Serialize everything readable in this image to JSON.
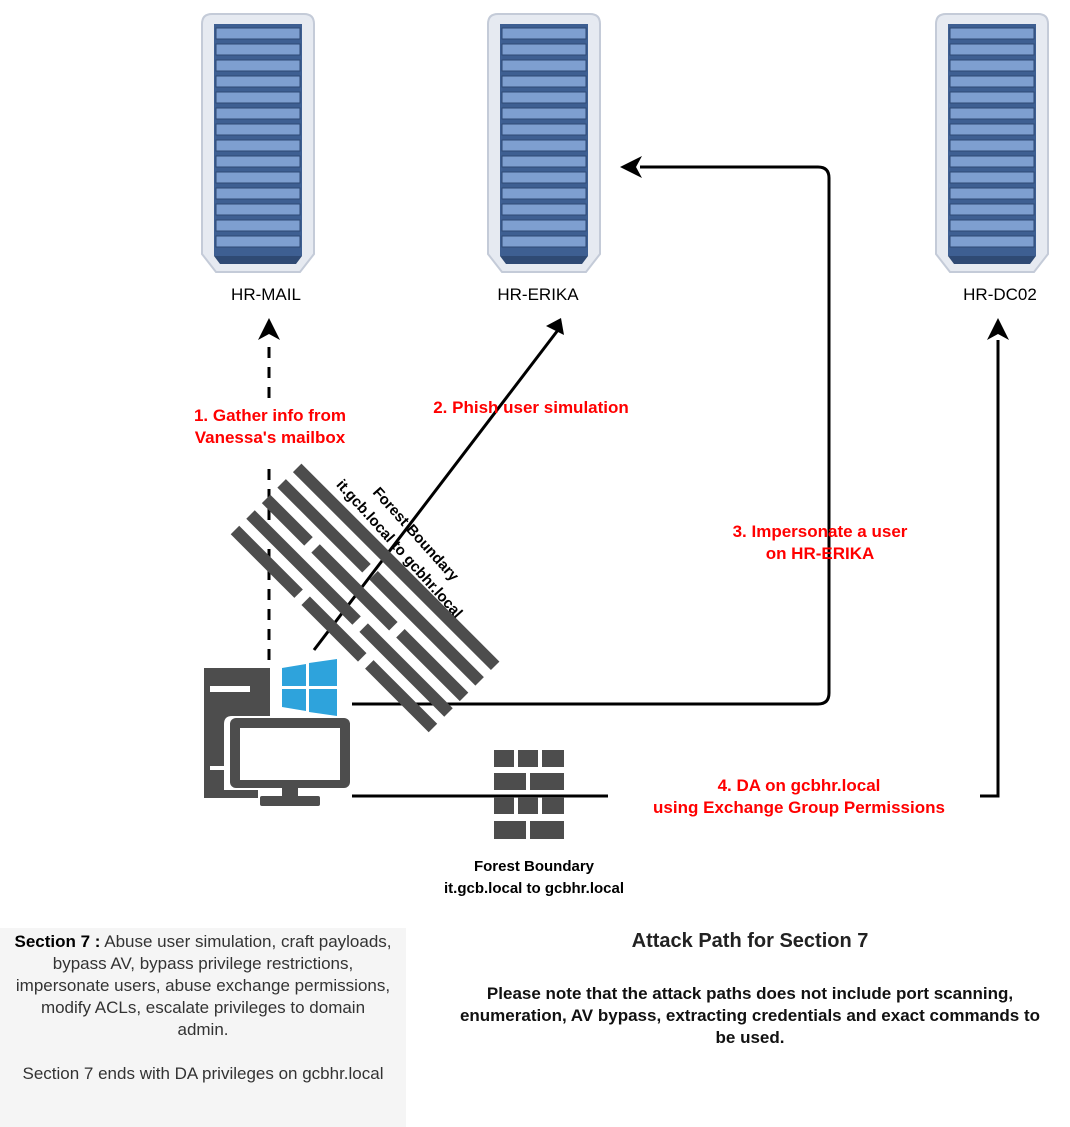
{
  "servers": [
    {
      "id": "hr-mail",
      "label": "HR-MAIL"
    },
    {
      "id": "hr-erika",
      "label": "HR-ERIKA"
    },
    {
      "id": "hr-dc02",
      "label": "HR-DC02"
    }
  ],
  "steps": {
    "step1": {
      "line1": "1. Gather info from",
      "line2": "Vanessa's mailbox"
    },
    "step2": {
      "line1": "2. Phish user simulation"
    },
    "step3": {
      "line1": "3. Impersonate a user",
      "line2": "on HR-ERIKA"
    },
    "step4": {
      "line1": "4. DA on gcbhr.local",
      "line2": "using Exchange Group Permissions"
    }
  },
  "forest_boundary": {
    "line1": "Forest Boundary",
    "line2": "it.gcb.local to gcbhr.local"
  },
  "note": {
    "heading": "Section 7 :",
    "text": "Abuse user simulation, craft payloads, bypass AV, bypass privilege restrictions, impersonate users, abuse exchange permissions, modify ACLs, escalate privileges to domain admin.",
    "footer": "Section 7 ends with DA privileges on gcbhr.local"
  },
  "title": "Attack Path for Section 7",
  "disclaimer": "Please note that the attack paths does not include port scanning, enumeration, AV bypass, extracting credentials and exact commands to be used.",
  "colors": {
    "step_text": "#ff0000",
    "icon_gray": "#4d4d4d",
    "windows_blue": "#2ea3dc",
    "server_body": "#6c8ebf",
    "server_frame": "#d5dbe6"
  }
}
